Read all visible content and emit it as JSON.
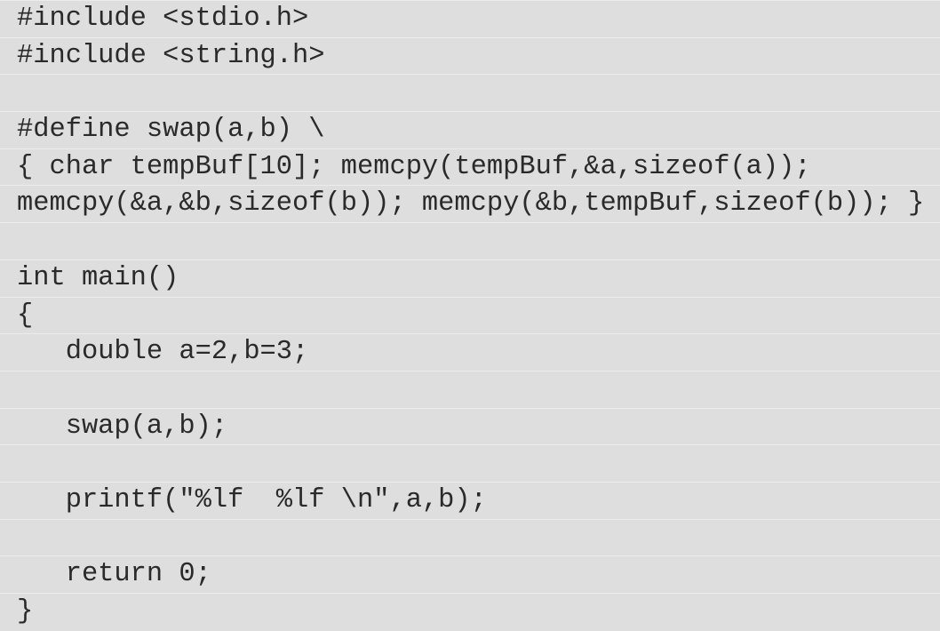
{
  "code": {
    "lines": [
      "#include <stdio.h>",
      "#include <string.h>",
      "",
      "#define swap(a,b) \\",
      "{ char tempBuf[10]; memcpy(tempBuf,&a,sizeof(a));",
      "memcpy(&a,&b,sizeof(b)); memcpy(&b,tempBuf,sizeof(b)); }",
      "",
      "int main()",
      "{",
      "   double a=2,b=3;",
      "",
      "   swap(a,b);",
      "",
      "   printf(\"%lf  %lf \\n\",a,b);",
      "",
      "   return 0;",
      "}"
    ]
  }
}
